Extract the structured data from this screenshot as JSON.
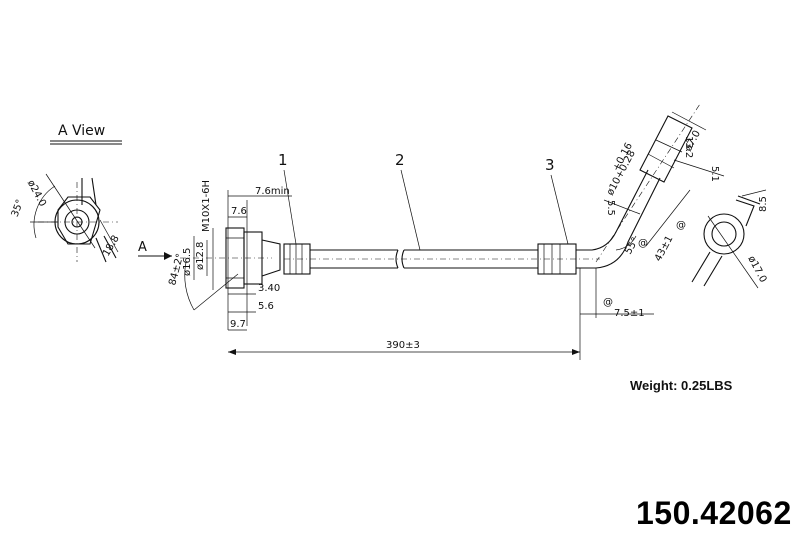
{
  "view_label": "A View",
  "arrow_label": "A",
  "callouts": [
    "1",
    "2",
    "3"
  ],
  "dimensions": {
    "angle_35": "35°",
    "d_24": "ø24.0",
    "d_18_8": "18.8",
    "thread": "M10X1-6H",
    "min_len": "7.6min",
    "d_7_6": "7.6",
    "d_16_5": "ø16.5",
    "d_12_8": "ø12.8",
    "angle_84": "84±2°",
    "d_3_40": "3.40",
    "d_5_6": "5.6",
    "d_9_7": "9.7",
    "overall": "390±3",
    "d_13_2": "13.2",
    "d_10": "ø10+0.28",
    "d_10b": "+0.16",
    "d_7_0": "ø7.0",
    "d_5_1": "5.1",
    "d_5_5": "5.5",
    "angle_55": "55°",
    "d_43": "43±1",
    "d_8_5": "8.5",
    "d_17": "ø17.0",
    "d_7_5": "7.5±1",
    "mark_a": "@",
    "mark_b": "@",
    "mark_c": "@"
  },
  "weight": "Weight: 0.25LBS",
  "part_number": "150.42062"
}
